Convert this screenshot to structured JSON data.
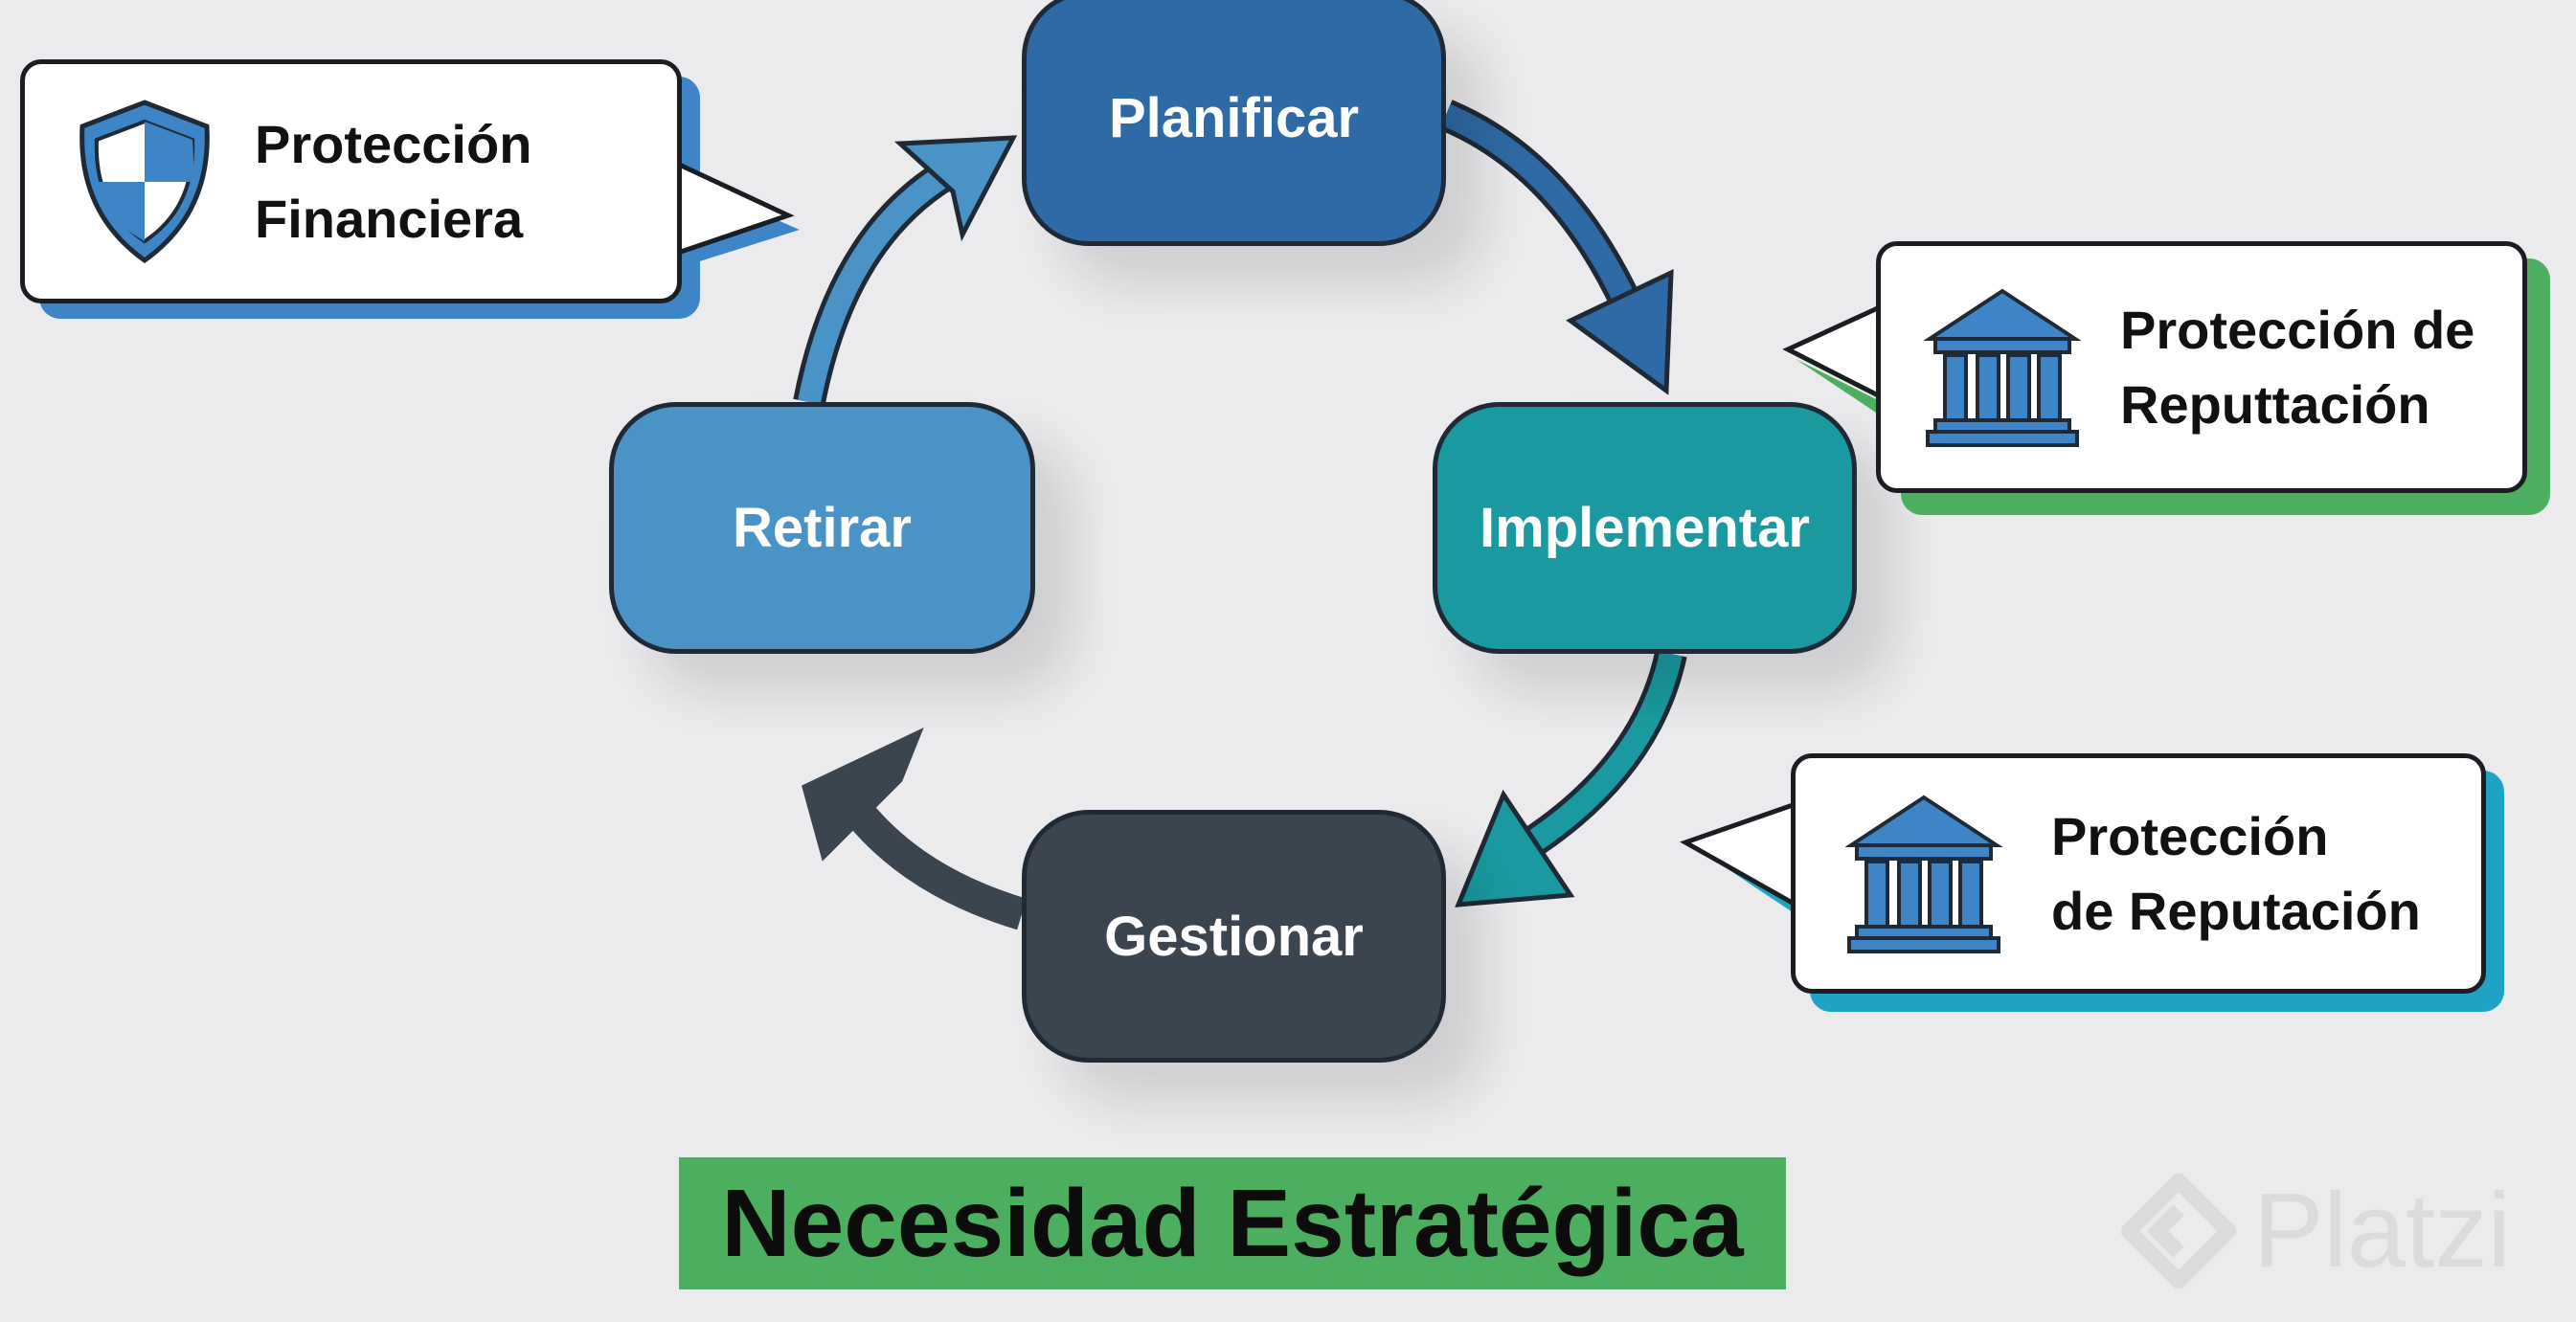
{
  "cycle": {
    "steps": [
      {
        "label": "Planificar",
        "color": "#2e6aa5"
      },
      {
        "label": "Implementar",
        "color": "#1a9aa0"
      },
      {
        "label": "Gestionar",
        "color": "#3a4550"
      },
      {
        "label": "Retirar",
        "color": "#4a93c6"
      }
    ]
  },
  "callouts": [
    {
      "line1": "Protección",
      "line2": "Financiera",
      "icon": "shield-icon",
      "accent": "#3d85c6"
    },
    {
      "line1": "Protección de",
      "line2": "Reputtación",
      "icon": "bank-icon",
      "accent": "#4caf5f"
    },
    {
      "line1": "Protección",
      "line2": "de Reputación",
      "icon": "bank-icon",
      "accent": "#1fa3c4"
    }
  ],
  "title": "Necesidad Estratégica",
  "watermark": "Platzi"
}
